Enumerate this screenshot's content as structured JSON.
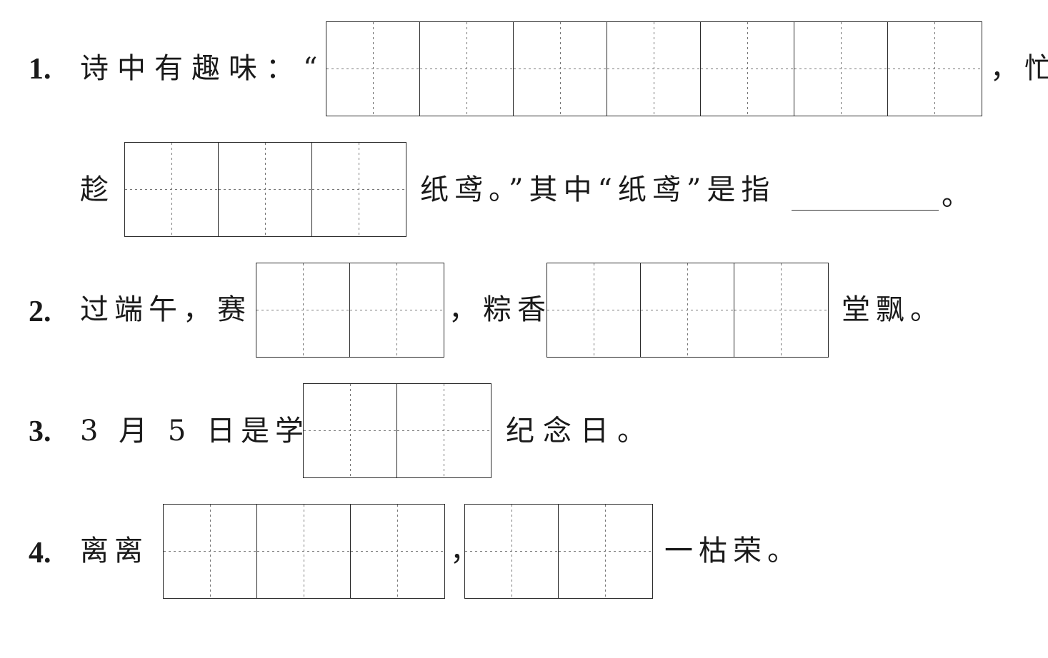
{
  "q1": {
    "num": "1.",
    "prefix": "诗中有趣味：“",
    "grid_cells": 7,
    "comma_after": "，忙",
    "line2_prefix": "趁",
    "grid2_cells": 3,
    "suffix": "纸鸢。”其中“纸鸢”是指",
    "end": "。"
  },
  "q2": {
    "num": "2.",
    "prefix": "过端午，赛",
    "grid1_cells": 2,
    "middle": "，粽香",
    "grid2_cells": 3,
    "suffix": "堂飘。"
  },
  "q3": {
    "num": "3.",
    "prefix": "3 月 5 日是学",
    "grid_cells": 2,
    "suffix": "纪念日。"
  },
  "q4": {
    "num": "4.",
    "prefix": "离离",
    "grid1_cells": 3,
    "middle": "，",
    "grid2_cells": 2,
    "suffix": "一枯荣。"
  }
}
